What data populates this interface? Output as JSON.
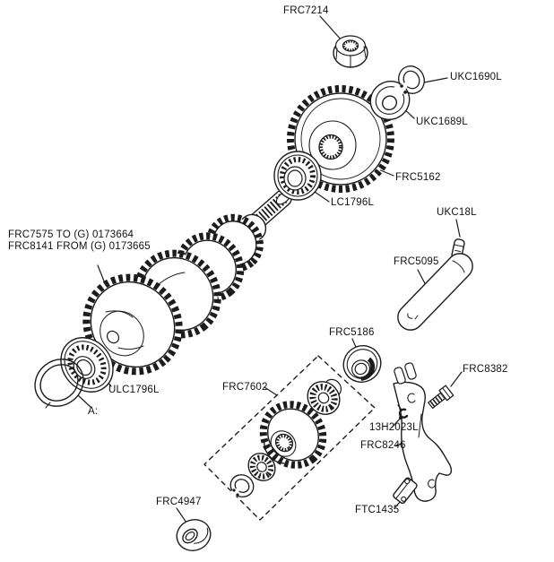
{
  "colors": {
    "line": "#1c1c1c",
    "text": "#111111",
    "background": "#ffffff"
  },
  "labels": {
    "frc7214": "FRC7214",
    "ukc1690l": "UKC1690L",
    "ukc1689l": "UKC1689L",
    "frc5162": "FRC5162",
    "lc1796l": "LC1796L",
    "ukc18l": "UKC18L",
    "frc5095": "FRC5095",
    "frc5186": "FRC5186",
    "frc7602": "FRC7602",
    "frc8382": "FRC8382",
    "clip_13h2023l": "13H2023L",
    "frc8246": "FRC8246",
    "ulc1796l": "ULC1796L",
    "marker_a": "A:",
    "frc4947": "FRC4947",
    "ftc1435": "FTC1435"
  },
  "note": {
    "line1": "FRC7575 TO (G) 0173664",
    "line2": "FRC8141 FROM (G) 0173665"
  }
}
